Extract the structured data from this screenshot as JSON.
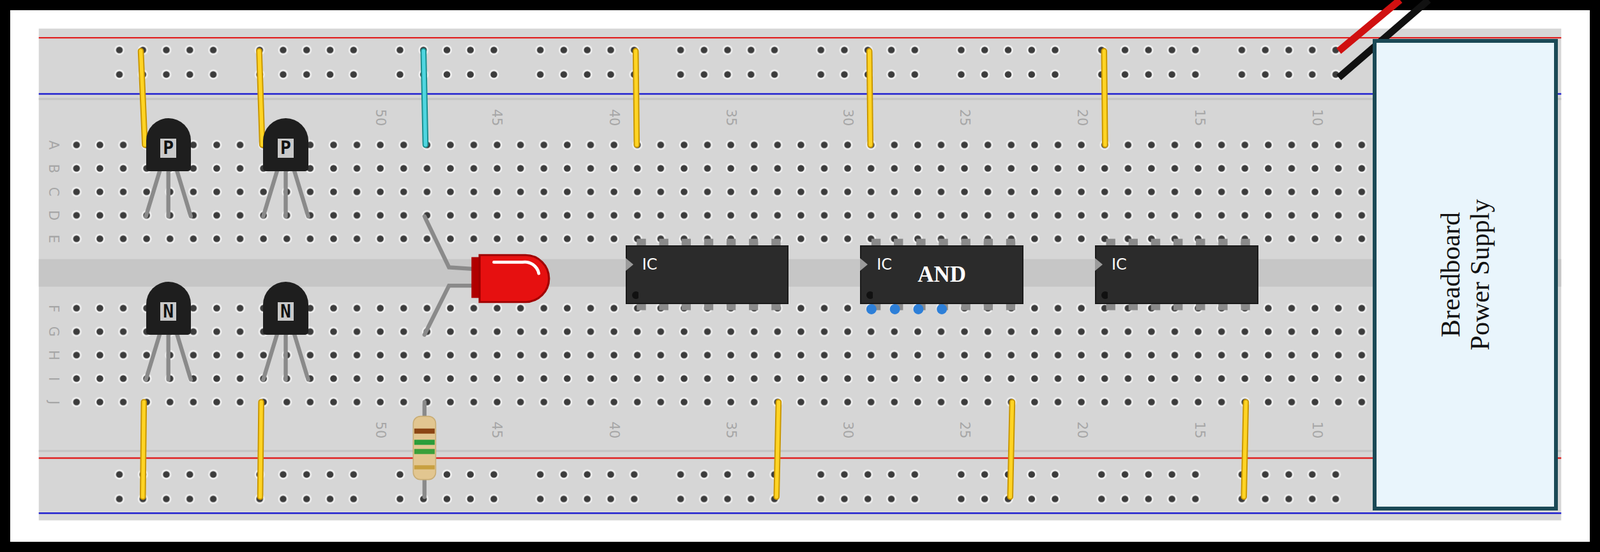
{
  "diagram": {
    "nodes": [
      {
        "text": [
          "P"
        ]
      },
      {
        "text": [
          "P"
        ]
      },
      {
        "text": [
          "N"
        ]
      },
      {
        "text": [
          "N"
        ]
      },
      {
        "text": [
          "IC"
        ]
      },
      {
        "text": [
          "IC",
          "AND"
        ]
      },
      {
        "text": [
          "IC"
        ]
      },
      {
        "text": [
          "Breadboard Power Supply"
        ]
      }
    ],
    "labels": [
      "50",
      "45",
      "40",
      "35",
      "30",
      "25",
      "20",
      "15",
      "10",
      "A",
      "B",
      "C",
      "D",
      "E",
      "F",
      "G",
      "H",
      "I",
      "J",
      "50",
      "45",
      "40",
      "35",
      "30",
      "25",
      "20",
      "15",
      "10"
    ]
  }
}
